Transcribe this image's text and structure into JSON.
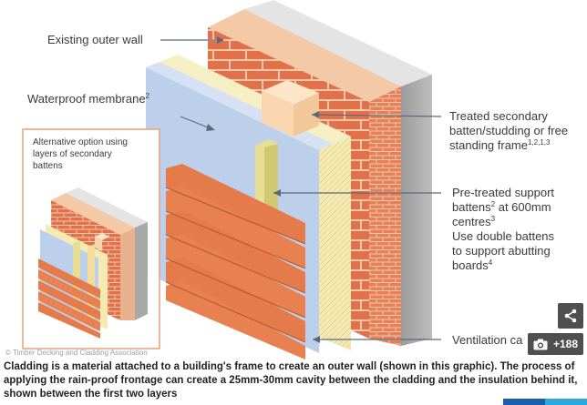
{
  "labels": {
    "existing_outer_wall": "Existing outer wall",
    "waterproof_membrane": "Waterproof membrane",
    "waterproof_membrane_sup": "2",
    "secondary_batten_l1": "Treated secondary",
    "secondary_batten_l2": "batten/studding or free",
    "secondary_batten_l3": "standing frame",
    "secondary_batten_sup": "1,2,1,3",
    "support_l1": "Pre-treated support",
    "support_l2": "battens",
    "support_l2_sup": "2",
    "support_l2_rest": " at 600mm",
    "support_l3": "centres",
    "support_l3_sup": "3",
    "support_l4": "Use double battens",
    "support_l5": "to support abutting",
    "support_l6": "boards",
    "support_l6_sup": "4",
    "ventilation": "Ventilation ca"
  },
  "inset": {
    "line1": "Alternative option using",
    "line2": "layers of secondary",
    "line3": "battens"
  },
  "credit": "© Timber Decking and Cladding Association",
  "caption": "Cladding is a material attached to a building's frame to create an outer wall (shown in this graphic). The process of applying the rain-proof frontage can create a 25mm-30mm cavity between the cladding and the insulation behind it, shown between the first two layers",
  "gallery": {
    "count": "+188",
    "icon": "camera-icon"
  },
  "share": {
    "icon": "share-icon"
  },
  "colors": {
    "brick": "#e2704a",
    "mortar": "#f3c9a8",
    "concrete": "#c9c9c9",
    "membrane": "#bcd0ec",
    "insulation": "#f4eab2",
    "cladding": "#e57b4b",
    "batten": "#f9d6b0",
    "support_batten": "#e6df93",
    "inset_border": "#e8a27a"
  }
}
